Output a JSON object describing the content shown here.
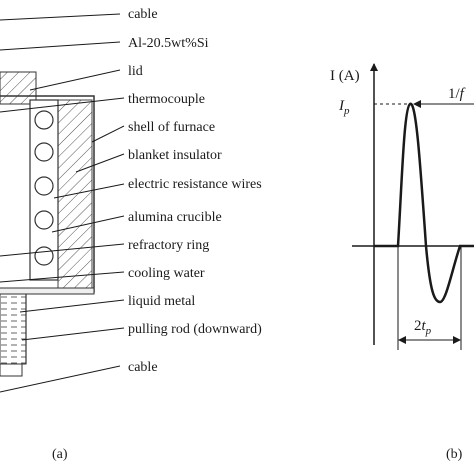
{
  "labels": {
    "cable_top": "cable",
    "alloy": "Al-20.5wt%Si",
    "lid": "lid",
    "thermocouple": "thermocouple",
    "shell": "shell of furnace",
    "blanket": "blanket insulator",
    "wires": "electric resistance wires",
    "crucible": "alumina crucible",
    "ring": "refractory ring",
    "cooling": "cooling water",
    "liquid": "liquid metal",
    "rod": "pulling rod (downward)",
    "cable_bottom": "cable"
  },
  "captions": {
    "a": "(a)",
    "b": "(b)"
  },
  "waveform": {
    "y_axis_label": "I (A)",
    "peak_symbol": "I",
    "peak_subscript": "p",
    "period_label_prefix": "1/",
    "period_label_var": "f",
    "width_prefix": "2",
    "width_var": "t",
    "width_subscript": "p"
  }
}
